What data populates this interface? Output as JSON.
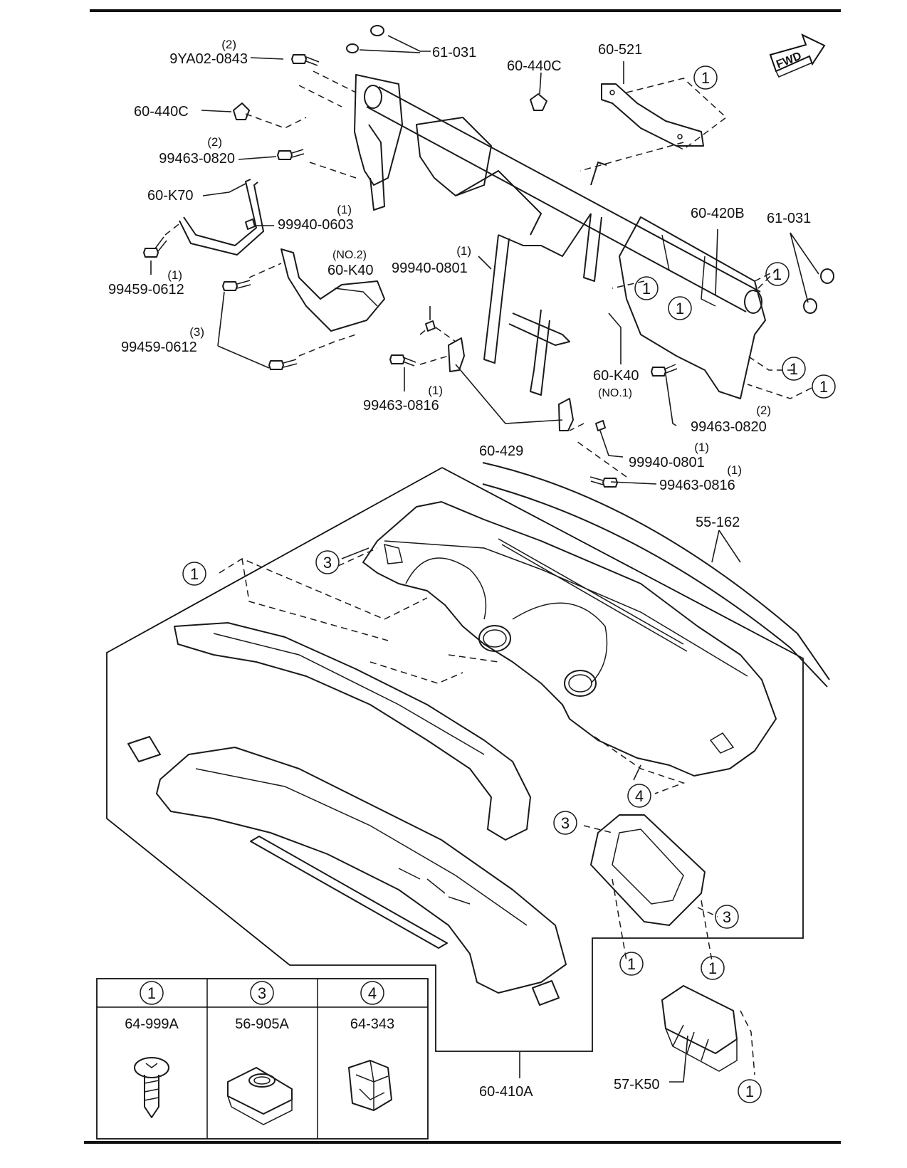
{
  "fwd_badge": "FWD",
  "labels": {
    "p9ya02_0843": {
      "part": "9YA02-0843",
      "qty": "(2)"
    },
    "p61_031_top": {
      "part": "61-031"
    },
    "p60_440c_top": {
      "part": "60-440C"
    },
    "p60_521": {
      "part": "60-521"
    },
    "p60_440c_left": {
      "part": "60-440C"
    },
    "p99463_0820_left": {
      "part": "99463-0820",
      "qty": "(2)"
    },
    "p60_k70": {
      "part": "60-K70"
    },
    "p99940_0603": {
      "part": "99940-0603",
      "qty": "(1)"
    },
    "p99459_0612_a": {
      "part": "99459-0612",
      "qty": "(1)"
    },
    "p60_k40_no2": {
      "part": "60-K40",
      "sub": "(NO.2)"
    },
    "p99940_0801_top": {
      "part": "99940-0801",
      "qty": "(1)"
    },
    "p60_420b": {
      "part": "60-420B"
    },
    "p61_031_right": {
      "part": "61-031"
    },
    "p99459_0612_b": {
      "part": "99459-0612",
      "qty": "(3)"
    },
    "p99463_0816_left": {
      "part": "99463-0816",
      "qty": "(1)"
    },
    "p60_k40_no1": {
      "part": "60-K40",
      "sub": "(NO.1)"
    },
    "p99463_0820_right": {
      "part": "99463-0820",
      "qty": "(2)"
    },
    "p60_429": {
      "part": "60-429"
    },
    "p99940_0801_bottom": {
      "part": "99940-0801",
      "qty": "(1)"
    },
    "p99463_0816_right": {
      "part": "99463-0816",
      "qty": "(1)"
    },
    "p55_162": {
      "part": "55-162"
    },
    "p60_410a": {
      "part": "60-410A"
    },
    "p57_k50": {
      "part": "57-K50"
    }
  },
  "callouts": [
    "1",
    "1",
    "1",
    "1",
    "1",
    "1",
    "1",
    "1",
    "3",
    "4",
    "3",
    "3",
    "1",
    "1",
    "1"
  ],
  "legend": [
    {
      "key": "1",
      "part": "64-999A",
      "icon": "screw-icon"
    },
    {
      "key": "3",
      "part": "56-905A",
      "icon": "speed-nut-icon"
    },
    {
      "key": "4",
      "part": "64-343",
      "icon": "clip-icon"
    }
  ]
}
